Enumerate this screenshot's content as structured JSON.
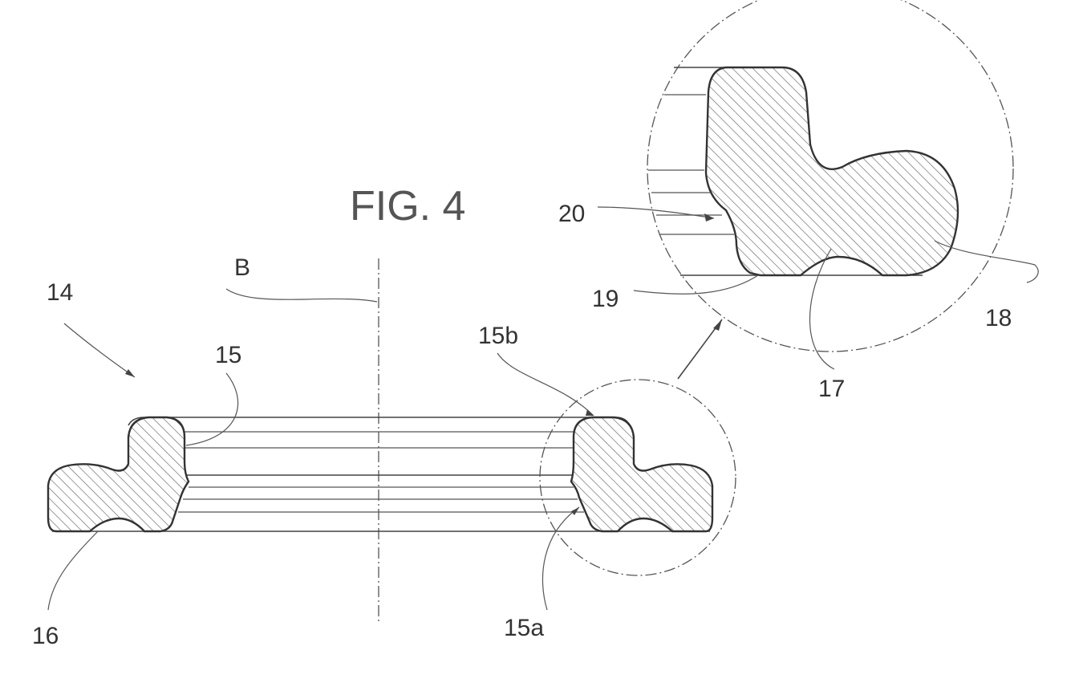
{
  "figure": {
    "title": "FIG. 4",
    "labels": {
      "l14": "14",
      "l15": "15",
      "l15a": "15a",
      "l15b": "15b",
      "l16": "16",
      "l17": "17",
      "l18": "18",
      "l19": "19",
      "l20": "20",
      "lB": "B"
    }
  }
}
